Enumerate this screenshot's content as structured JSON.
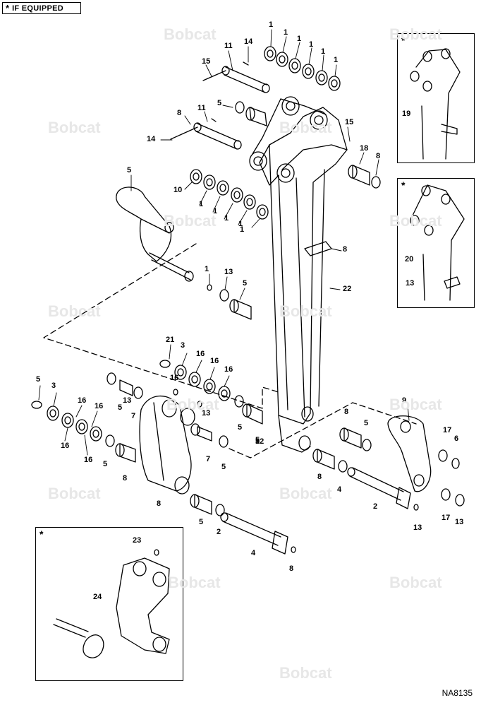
{
  "legend": {
    "symbol": "*",
    "text": "IF EQUIPPED"
  },
  "drawing_number": "NA8135",
  "watermark": "Bobcat",
  "inset_marker": "*",
  "callouts": [
    "1",
    "1",
    "1",
    "1",
    "1",
    "1",
    "11",
    "14",
    "15",
    "5",
    "8",
    "11",
    "14",
    "15",
    "18",
    "8",
    "5",
    "10",
    "1",
    "1",
    "1",
    "1",
    "1",
    "1",
    "13",
    "5",
    "8",
    "22",
    "21",
    "3",
    "16",
    "16",
    "16",
    "16",
    "13",
    "5",
    "7",
    "5",
    "3",
    "16",
    "16",
    "16",
    "16",
    "5",
    "13",
    "5",
    "5",
    "7",
    "5",
    "8",
    "8",
    "9",
    "8",
    "5",
    "4",
    "17",
    "6",
    "8",
    "5",
    "2",
    "2",
    "4",
    "17",
    "13",
    "13",
    "8",
    "5",
    "12",
    "19",
    "20",
    "13",
    "23",
    "24"
  ]
}
